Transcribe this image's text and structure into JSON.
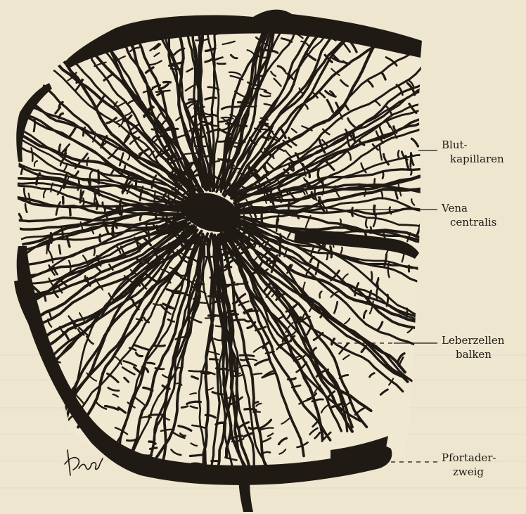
{
  "labels": {
    "blutkapillaren": {
      "line1": "Blut-",
      "line2": "kapillaren"
    },
    "vena_centralis": {
      "line1": "Vena",
      "line2": "centralis"
    },
    "leberzellenbalken": {
      "line1": "Leberzellen",
      "line2": "balken"
    },
    "pfortaderzweig": {
      "line1": "Pfortader-",
      "line2": "zweig"
    }
  },
  "signature": "Karpf",
  "colors": {
    "paper": "#efe6cf",
    "ink": "#1f1a14"
  }
}
